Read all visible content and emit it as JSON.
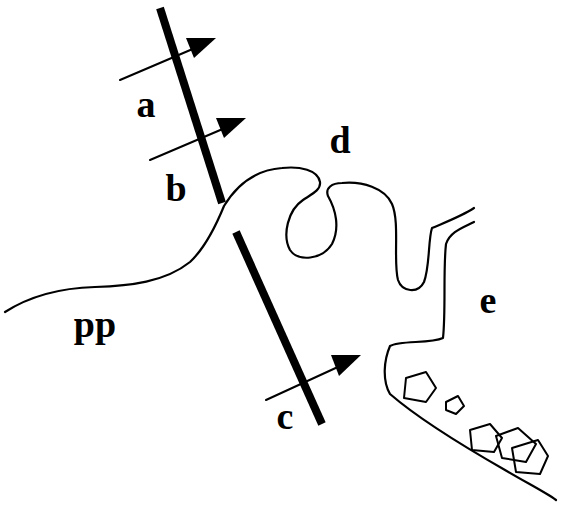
{
  "diagram": {
    "labels": [
      "a",
      "d",
      "b",
      "e",
      "pp",
      "c"
    ]
  }
}
